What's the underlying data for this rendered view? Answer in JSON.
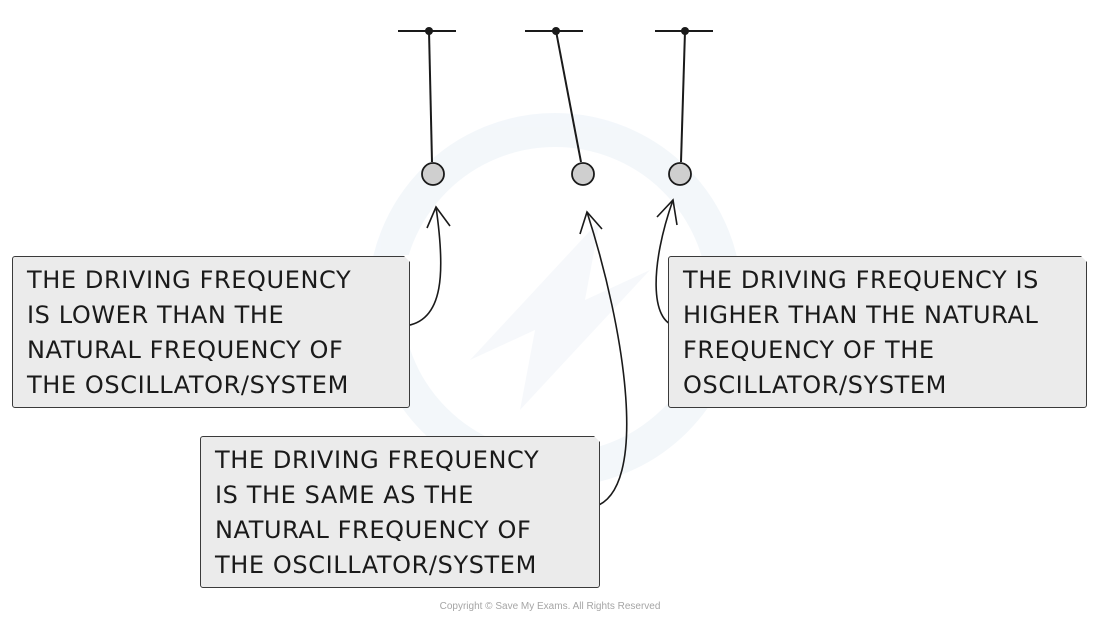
{
  "diagram": {
    "pendulums": [
      {
        "id": "lower",
        "state": "vertical"
      },
      {
        "id": "same",
        "state": "displaced"
      },
      {
        "id": "higher",
        "state": "vertical"
      }
    ],
    "colors": {
      "bob_fill": "#cfcfcf",
      "line": "#1a1a1a",
      "callout_fill": "#ebebeb",
      "watermark": "#e6eef5"
    }
  },
  "callouts": {
    "lower": {
      "lines": [
        "THE DRIVING FREQUENCY",
        "IS LOWER THAN THE",
        "NATURAL FREQUENCY OF",
        "THE OSCILLATOR/SYSTEM"
      ]
    },
    "same": {
      "lines": [
        "THE DRIVING FREQUENCY",
        "IS THE SAME AS THE",
        "NATURAL FREQUENCY OF",
        "THE OSCILLATOR/SYSTEM"
      ]
    },
    "higher": {
      "lines": [
        "THE DRIVING FREQUENCY IS",
        "HIGHER THAN THE NATURAL",
        "FREQUENCY OF THE",
        "OSCILLATOR/SYSTEM"
      ]
    }
  },
  "footer": {
    "copyright": "Copyright © Save My Exams. All Rights Reserved"
  }
}
